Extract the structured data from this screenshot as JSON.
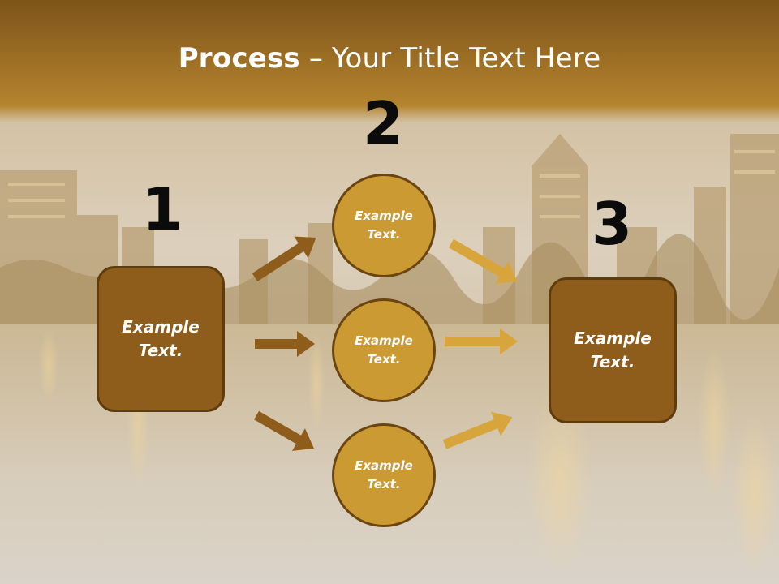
{
  "title": {
    "bold": "Process",
    "rest": " – Your Title Text Here"
  },
  "steps": [
    {
      "number": "1",
      "text": "Example Text."
    },
    {
      "number": "2",
      "items": [
        "Example Text.",
        "Example Text.",
        "Example Text."
      ]
    },
    {
      "number": "3",
      "text": "Example Text."
    }
  ],
  "colors": {
    "header_band": "#8c5e1f",
    "box_fill": "#8e5d1c",
    "circle_fill": "#cc9a33",
    "arrow_left": "#8e5d1c",
    "arrow_right": "#d8a53c",
    "number": "#0b0b0b"
  }
}
